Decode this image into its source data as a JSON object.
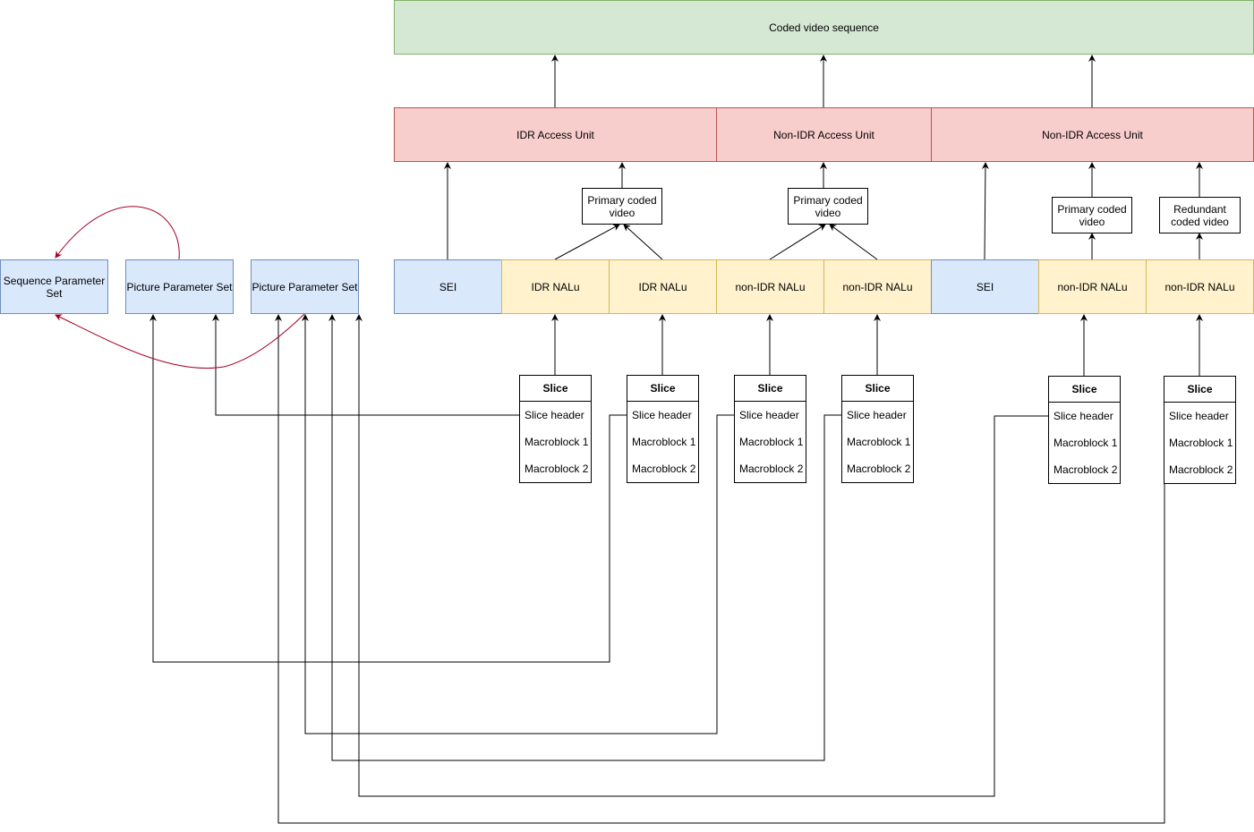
{
  "cvs": "Coded video sequence",
  "access_units": [
    "IDR Access Unit",
    "Non-IDR Access Unit",
    "Non-IDR Access Unit"
  ],
  "coded_video": [
    "Primary coded video",
    "Primary coded video",
    "Primary coded video",
    "Redundant coded video"
  ],
  "param_sets": [
    "Sequence Parameter Set",
    "Picture Parameter Set",
    "Picture Parameter Set"
  ],
  "nalus": [
    "SEI",
    "IDR NALu",
    "IDR NALu",
    "non-IDR NALu",
    "non-IDR NALu",
    "SEI",
    "non-IDR NALu",
    "non-IDR NALu"
  ],
  "slice": {
    "title": "Slice",
    "rows": [
      "Slice header",
      "Macroblock 1",
      "Macroblock 2"
    ]
  },
  "colors": {
    "sps_arrow": "#a20025",
    "line": "#000000"
  }
}
